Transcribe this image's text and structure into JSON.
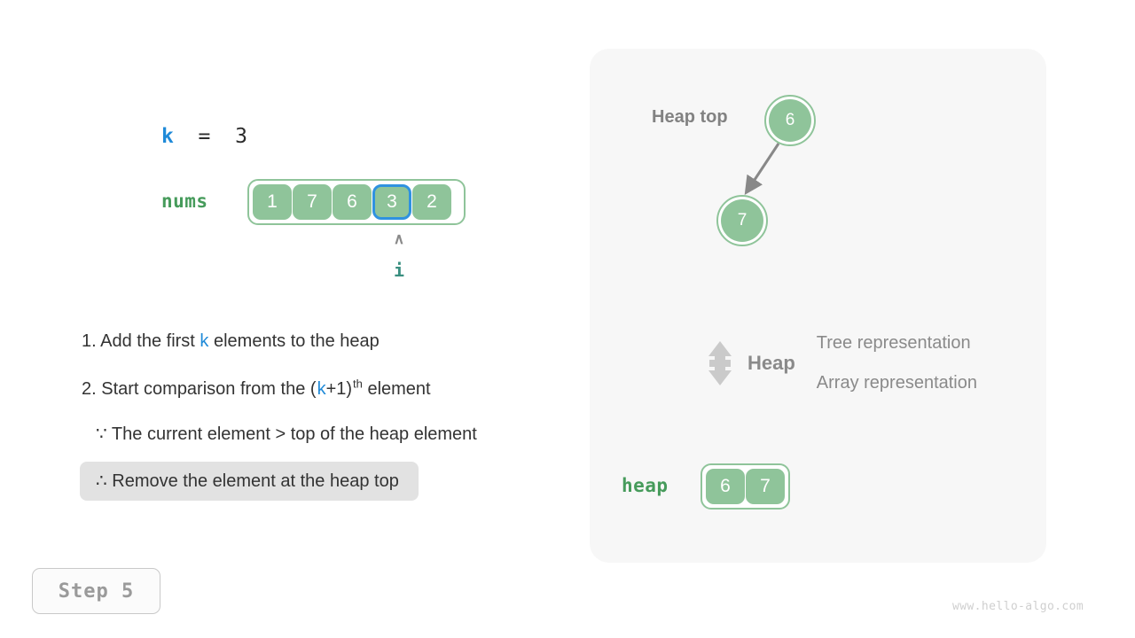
{
  "variables": {
    "k_name": "k",
    "k_equals": "  =  ",
    "k_value": "3",
    "nums_label": "nums",
    "index_caret": "∧",
    "index_label": "i"
  },
  "nums_array": {
    "values": [
      "1",
      "7",
      "6",
      "3",
      "2"
    ],
    "selected_index": 3,
    "selected_border_color": "#2f92e0",
    "cell_color": "#8fc49a"
  },
  "instructions": {
    "step1": "1. Add the first ",
    "step1_var": "k",
    "step1_tail": " elements to the heap",
    "step2_head": "2. Start comparison from the ",
    "step2_open": "(",
    "step2_var": "k",
    "step2_plus": "+1",
    "step2_close": ")",
    "step2_sup": "th",
    "step2_tail": " element",
    "step3": "∵ The current element > top of the heap element",
    "step4": "∴ Remove the element at the heap top",
    "highlight_color": "#e2e2e2"
  },
  "step_badge": {
    "label": "Step 5"
  },
  "heap_panel": {
    "heap_top_label": "Heap top",
    "tree": {
      "root": "6",
      "child": "7"
    },
    "legend": {
      "icon_name": "double-arrow-vertical-icon",
      "heap_label": "Heap",
      "tree_text": "Tree representation",
      "array_text": "Array representation"
    },
    "heap_array": {
      "label": "heap",
      "values": [
        "6",
        "7"
      ]
    }
  },
  "watermark": {
    "text": "www.hello-algo.com"
  },
  "colors": {
    "green": "#8fc49a",
    "green_dark": "#469b5b",
    "blue": "#1f8ad8",
    "blue_border": "#2f92e0",
    "teal": "#3a8f80",
    "gray": "#8a8a8a",
    "panel_bg": "#f7f7f7"
  }
}
